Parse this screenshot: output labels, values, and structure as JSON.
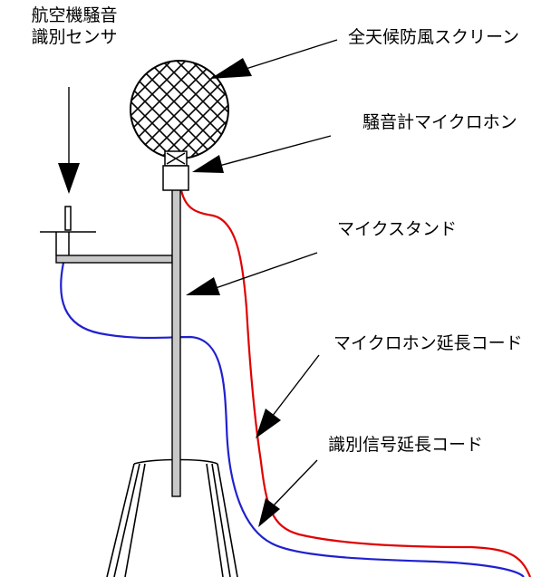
{
  "labels": {
    "sensor_line1": "航空機騒音",
    "sensor_line2": "識別センサ",
    "windscreen": "全天候防風スクリーン",
    "microphone": "騒音計マイクロホン",
    "stand": "マイクスタンド",
    "mic_cable": "マイクロホン延長コード",
    "signal_cable": "識別信号延長コード"
  },
  "colors": {
    "mic_cable": "#e00000",
    "signal_cable": "#2020d0",
    "stand_fill": "#c8c8c8",
    "outline": "#000000"
  }
}
